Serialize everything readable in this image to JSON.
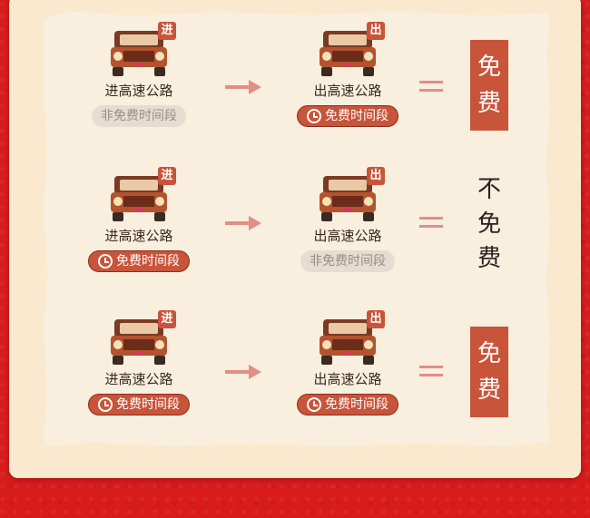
{
  "rows": [
    {
      "entry": {
        "tag": "进",
        "label": "进高速公路",
        "period": "非免费时间段",
        "free": false
      },
      "exit": {
        "tag": "出",
        "label": "出高速公路",
        "period": "免费时间段",
        "free": true
      },
      "result": {
        "chars": [
          "免",
          "费"
        ],
        "boxed": true
      }
    },
    {
      "entry": {
        "tag": "进",
        "label": "进高速公路",
        "period": "免费时间段",
        "free": true
      },
      "exit": {
        "tag": "出",
        "label": "出高速公路",
        "period": "非免费时间段",
        "free": false
      },
      "result": {
        "chars": [
          "不",
          "免",
          "费"
        ],
        "boxed": false
      }
    },
    {
      "entry": {
        "tag": "进",
        "label": "进高速公路",
        "period": "免费时间段",
        "free": true
      },
      "exit": {
        "tag": "出",
        "label": "出高速公路",
        "period": "免费时间段",
        "free": true
      },
      "result": {
        "chars": [
          "免",
          "费"
        ],
        "boxed": true
      }
    }
  ],
  "icons": {
    "car": "jeep-front-icon",
    "clock": "clock-icon",
    "arrow": "right-arrow-icon",
    "equals": "equals-icon"
  },
  "colors": {
    "accent": "#c8543a",
    "background": "#d81c1c",
    "paper": "#f8efdf",
    "nonfree": "#e6ddd2"
  }
}
